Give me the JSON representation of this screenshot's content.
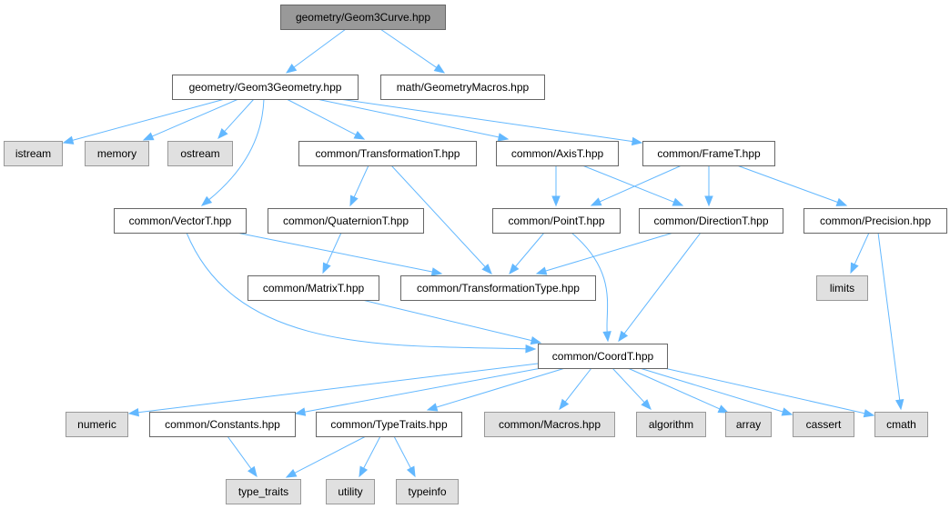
{
  "title": "geometry/Geom3Curve.hpp include dependency graph",
  "colors": {
    "edge": "#63b8ff",
    "root_fill": "#999999",
    "local_fill": "#ffffff",
    "system_fill": "#e0e0e0",
    "border": "#666666"
  },
  "nodes": [
    {
      "id": "geom3curve",
      "label": "geometry/Geom3Curve.hpp",
      "kind": "root"
    },
    {
      "id": "geom3geometry",
      "label": "geometry/Geom3Geometry.hpp",
      "kind": "local"
    },
    {
      "id": "geometrymacros",
      "label": "math/GeometryMacros.hpp",
      "kind": "local"
    },
    {
      "id": "istream",
      "label": "istream",
      "kind": "system"
    },
    {
      "id": "memory",
      "label": "memory",
      "kind": "system"
    },
    {
      "id": "ostream",
      "label": "ostream",
      "kind": "system"
    },
    {
      "id": "transformationt",
      "label": "common/TransformationT.hpp",
      "kind": "local"
    },
    {
      "id": "axist",
      "label": "common/AxisT.hpp",
      "kind": "local"
    },
    {
      "id": "framet",
      "label": "common/FrameT.hpp",
      "kind": "local"
    },
    {
      "id": "vectort",
      "label": "common/VectorT.hpp",
      "kind": "local"
    },
    {
      "id": "quaterniont",
      "label": "common/QuaternionT.hpp",
      "kind": "local"
    },
    {
      "id": "pointt",
      "label": "common/PointT.hpp",
      "kind": "local"
    },
    {
      "id": "directiont",
      "label": "common/DirectionT.hpp",
      "kind": "local"
    },
    {
      "id": "precision",
      "label": "common/Precision.hpp",
      "kind": "local"
    },
    {
      "id": "matrixt",
      "label": "common/MatrixT.hpp",
      "kind": "local"
    },
    {
      "id": "transformationtype",
      "label": "common/TransformationType.hpp",
      "kind": "local"
    },
    {
      "id": "limits",
      "label": "limits",
      "kind": "system"
    },
    {
      "id": "coordt",
      "label": "common/CoordT.hpp",
      "kind": "local"
    },
    {
      "id": "numeric",
      "label": "numeric",
      "kind": "system"
    },
    {
      "id": "constants",
      "label": "common/Constants.hpp",
      "kind": "local"
    },
    {
      "id": "typetraits",
      "label": "common/TypeTraits.hpp",
      "kind": "local"
    },
    {
      "id": "macros",
      "label": "common/Macros.hpp",
      "kind": "system"
    },
    {
      "id": "algorithm",
      "label": "algorithm",
      "kind": "system"
    },
    {
      "id": "array",
      "label": "array",
      "kind": "system"
    },
    {
      "id": "cassert",
      "label": "cassert",
      "kind": "system"
    },
    {
      "id": "cmath",
      "label": "cmath",
      "kind": "system"
    },
    {
      "id": "type_traits",
      "label": "type_traits",
      "kind": "system"
    },
    {
      "id": "utility",
      "label": "utility",
      "kind": "system"
    },
    {
      "id": "typeinfo",
      "label": "typeinfo",
      "kind": "system"
    }
  ],
  "edges": [
    [
      "geom3curve",
      "geom3geometry"
    ],
    [
      "geom3curve",
      "geometrymacros"
    ],
    [
      "geom3geometry",
      "istream"
    ],
    [
      "geom3geometry",
      "memory"
    ],
    [
      "geom3geometry",
      "ostream"
    ],
    [
      "geom3geometry",
      "vectort"
    ],
    [
      "geom3geometry",
      "transformationt"
    ],
    [
      "geom3geometry",
      "axist"
    ],
    [
      "geom3geometry",
      "framet"
    ],
    [
      "transformationt",
      "quaterniont"
    ],
    [
      "transformationt",
      "transformationtype"
    ],
    [
      "axist",
      "pointt"
    ],
    [
      "axist",
      "directiont"
    ],
    [
      "framet",
      "pointt"
    ],
    [
      "framet",
      "directiont"
    ],
    [
      "framet",
      "precision"
    ],
    [
      "vectort",
      "transformationtype"
    ],
    [
      "vectort",
      "coordt"
    ],
    [
      "quaterniont",
      "matrixt"
    ],
    [
      "pointt",
      "transformationtype"
    ],
    [
      "pointt",
      "coordt"
    ],
    [
      "directiont",
      "transformationtype"
    ],
    [
      "directiont",
      "coordt"
    ],
    [
      "precision",
      "limits"
    ],
    [
      "precision",
      "cmath"
    ],
    [
      "matrixt",
      "coordt"
    ],
    [
      "coordt",
      "numeric"
    ],
    [
      "coordt",
      "constants"
    ],
    [
      "coordt",
      "typetraits"
    ],
    [
      "coordt",
      "macros"
    ],
    [
      "coordt",
      "algorithm"
    ],
    [
      "coordt",
      "array"
    ],
    [
      "coordt",
      "cassert"
    ],
    [
      "coordt",
      "cmath"
    ],
    [
      "constants",
      "type_traits"
    ],
    [
      "typetraits",
      "type_traits"
    ],
    [
      "typetraits",
      "utility"
    ],
    [
      "typetraits",
      "typeinfo"
    ]
  ]
}
